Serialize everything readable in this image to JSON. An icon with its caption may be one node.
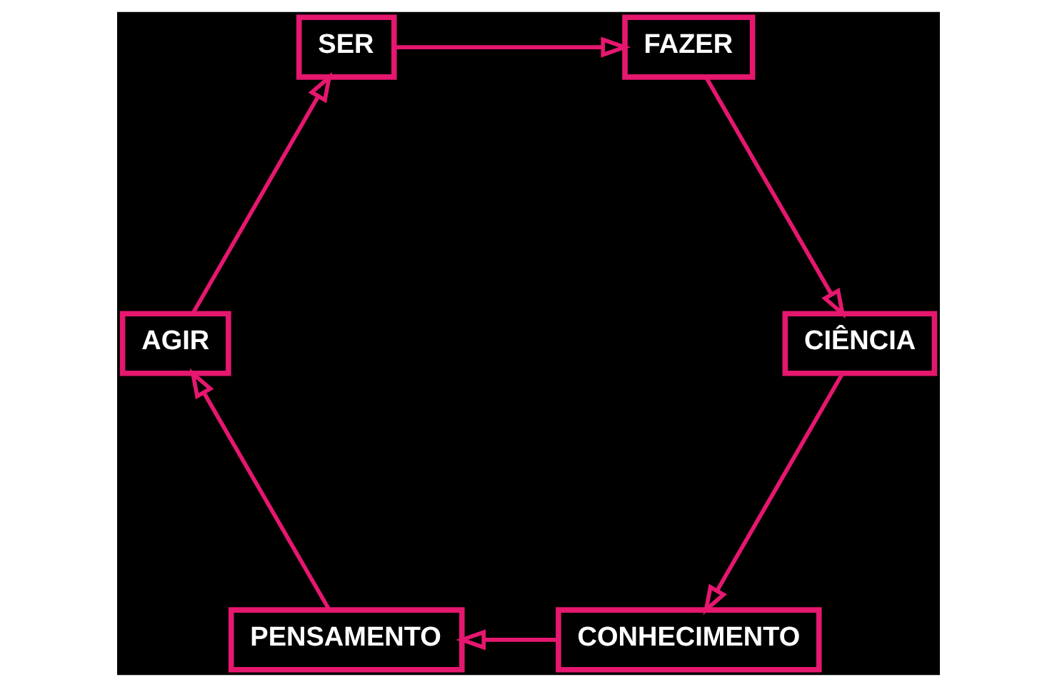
{
  "diagram": {
    "nodes": [
      {
        "text": [
          "CONHECIMENTO"
        ]
      },
      {
        "text": [
          "PENSAMENTO"
        ]
      },
      {
        "text": [
          "AGIR"
        ]
      },
      {
        "text": [
          "SER"
        ]
      },
      {
        "text": [
          "FAZER"
        ]
      },
      {
        "text": [
          "CIÊNCIA"
        ]
      }
    ],
    "edges": [
      {
        "from": 0,
        "to": 1,
        "arrow": "to"
      },
      {
        "from": 1,
        "to": 2,
        "arrow": "to"
      },
      {
        "from": 2,
        "to": 3,
        "arrow": "to"
      },
      {
        "from": 3,
        "to": 4,
        "arrow": "to"
      },
      {
        "from": 4,
        "to": 5,
        "arrow": "to"
      },
      {
        "from": 5,
        "to": 0,
        "arrow": "to"
      }
    ]
  }
}
